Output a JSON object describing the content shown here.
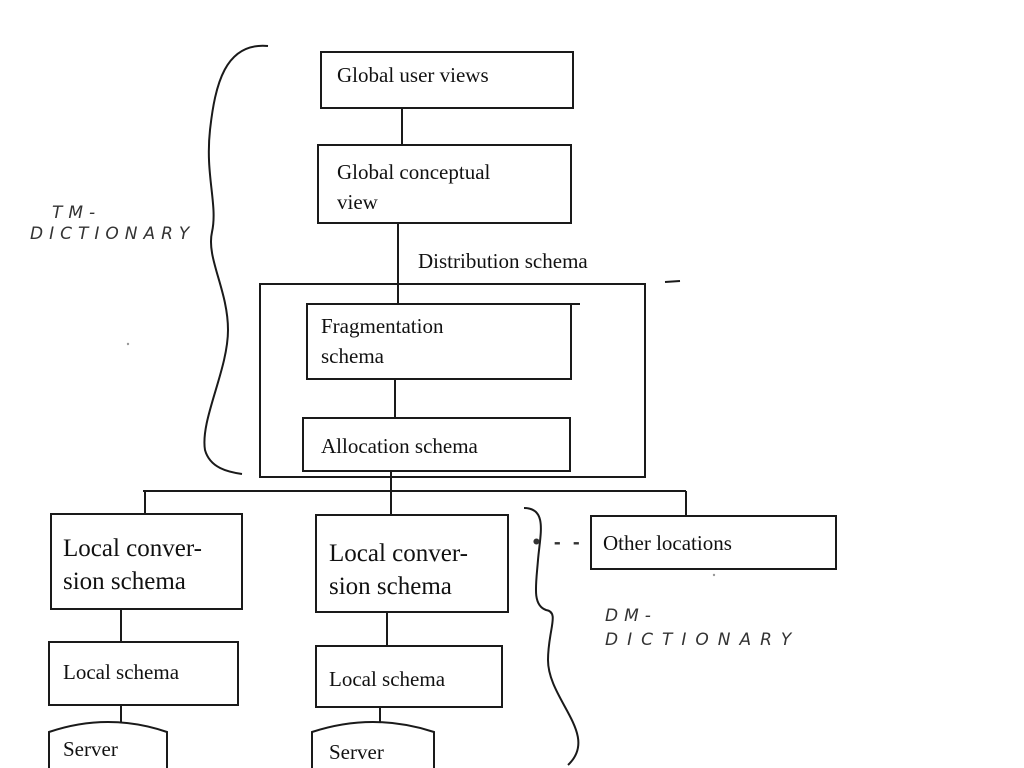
{
  "colors": {
    "ink": "#1a1a1a",
    "background": "#ffffff"
  },
  "nodes": {
    "global_user_views": "Global user views",
    "global_conceptual_view": [
      "Global conceptual",
      "view"
    ],
    "distribution_schema": "Distribution schema",
    "fragmentation_schema": [
      "Fragmentation",
      "schema"
    ],
    "allocation_schema": "Allocation schema",
    "local_conversion_schema_1": [
      "Local conver-",
      "sion schema"
    ],
    "local_conversion_schema_2": [
      "Local conver-",
      "sion schema"
    ],
    "other_locations": "Other locations",
    "local_schema_1": "Local schema",
    "local_schema_2": "Local schema",
    "server_1": "Server",
    "server_2": "Server"
  },
  "annotations": {
    "tm_dictionary": [
      "TM-",
      "DICTIONARY"
    ],
    "dm_dictionary": [
      "DM-",
      "DICTIONARY"
    ],
    "ellipsis": "• - -"
  }
}
